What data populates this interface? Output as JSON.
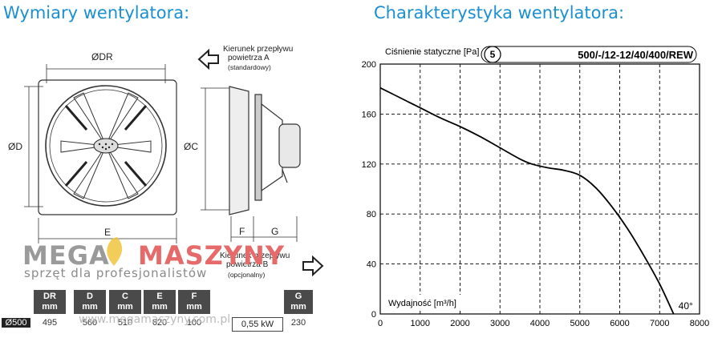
{
  "left": {
    "title": "Wymiary wentylatora:",
    "dims": {
      "dr": "ØDR",
      "d": "ØD",
      "c": "ØC",
      "e": "E",
      "f": "F",
      "g": "G"
    },
    "flow_a": {
      "line1": "Kierunek przepływu",
      "line2": "powietrza A",
      "line3": "(standardowy)"
    },
    "flow_b": {
      "line1": "Kierunek przepływu",
      "line2": "powietrza B",
      "line3": "(opcjonalny)"
    },
    "table": {
      "headers": [
        {
          "name": "DR",
          "unit": "mm"
        },
        {
          "name": "D",
          "unit": "mm"
        },
        {
          "name": "C",
          "unit": "mm"
        },
        {
          "name": "E",
          "unit": "mm"
        },
        {
          "name": "F",
          "unit": "mm"
        }
      ],
      "g_header": {
        "name": "G",
        "unit": "mm"
      },
      "model": "Ø500",
      "values": [
        "495",
        "560",
        "510",
        "620",
        "100"
      ],
      "power": "0,55 kW",
      "g_value": "230"
    }
  },
  "watermark": {
    "mega": "MEGA",
    "maszyny": "MASZYNY",
    "subtitle": "sprzęt dla profesjonalistów",
    "url": "www.megamaszyny.com.pl"
  },
  "right": {
    "title": "Charakterystyka wentylatora:"
  },
  "chart_data": {
    "type": "line",
    "ylabel": "Ciśnienie statyczne [Pa]",
    "xlabel": "Wydajność [m³/h]",
    "curve_number": "5",
    "model_label": "500/-/12-12/40/400/REW",
    "angle_label": "40°",
    "xlim": [
      0,
      8000
    ],
    "ylim": [
      0,
      200
    ],
    "x_ticks": [
      "0",
      "1000",
      "2000",
      "3000",
      "4000",
      "5000",
      "6000",
      "7000",
      "8000"
    ],
    "y_ticks": [
      "0",
      "40",
      "80",
      "120",
      "160",
      "200"
    ],
    "grid": true,
    "series": [
      {
        "x": [
          0,
          500,
          1000,
          1500,
          2000,
          2500,
          3000,
          3500,
          3800,
          4200,
          4600,
          5000,
          5400,
          5800,
          6200,
          6600,
          7000,
          7350
        ],
        "y": [
          181,
          173,
          165,
          157,
          150,
          142,
          133,
          124,
          120,
          117,
          115,
          111,
          101,
          86,
          68,
          47,
          24,
          0
        ]
      }
    ]
  }
}
